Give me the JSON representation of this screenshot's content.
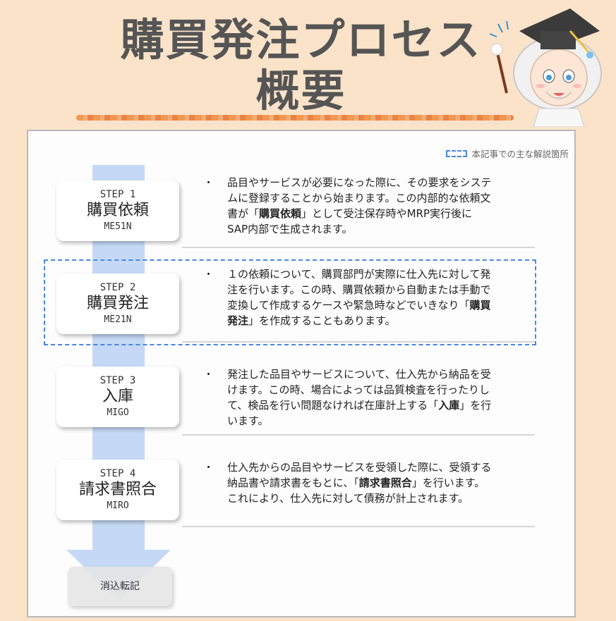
{
  "header": {
    "title_line1": "購買発注プロセス",
    "title_line2": "概要"
  },
  "legend": {
    "label": "本記事での主な解説箇所"
  },
  "steps": [
    {
      "number": "STEP 1",
      "name": "購買依頼",
      "code": "ME51N",
      "desc_before": "品目やサービスが必要になった際に、その要求をシステムに登録することから始まります。この内部的な依頼文書が「",
      "desc_bold": "購買依頼",
      "desc_after": "」として受注保存時やMRP実行後にSAP内部で生成されます。"
    },
    {
      "number": "STEP 2",
      "name": "購買発注",
      "code": "ME21N",
      "desc_before": "１の依頼について、購買部門が実際に仕入先に対して発注を行います。この時、購買依頼から自動または手動で変換して作成するケースや緊急時などでいきなり「",
      "desc_bold": "購買発注",
      "desc_after": "」を作成することもあります。"
    },
    {
      "number": "STEP 3",
      "name": "入庫",
      "code": "MIGO",
      "desc_before": "発注した品目やサービスについて、仕入先から納品を受けます。この時、場合によっては品質検査を行ったりして、検品を行い問題なければ在庫計上する「",
      "desc_bold": "入庫",
      "desc_after": "」を行います。"
    },
    {
      "number": "STEP 4",
      "name": "請求書照合",
      "code": "MIRO",
      "desc_before": "仕入先からの品目やサービスを受領した際に、受領する納品書や請求書をもとに、「",
      "desc_bold": "請求書照合",
      "desc_after": "」を行います。これにより、仕入先に対して債務が計上されます。"
    }
  ],
  "final_step": {
    "label": "消込転記"
  },
  "bullet": "・",
  "colors": {
    "flow": "#c5d9f6",
    "highlight": "#4a86e8",
    "background": "#fbe3c9"
  }
}
